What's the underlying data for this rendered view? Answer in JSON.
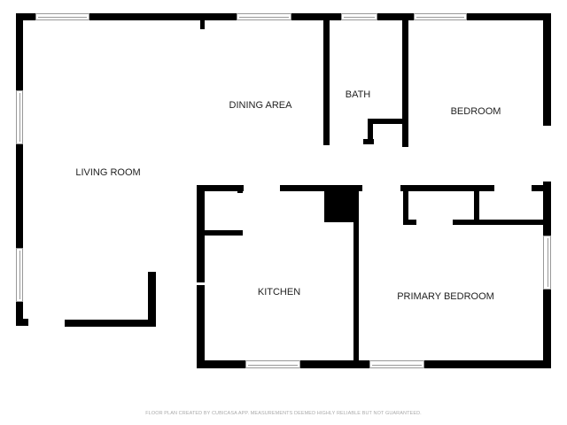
{
  "floor_plan": {
    "rooms": [
      {
        "id": "living-room",
        "label": "LIVING ROOM"
      },
      {
        "id": "dining-area",
        "label": "DINING AREA"
      },
      {
        "id": "bath",
        "label": "BATH"
      },
      {
        "id": "bedroom",
        "label": "BEDROOM"
      },
      {
        "id": "kitchen",
        "label": "KITCHEN"
      },
      {
        "id": "primary-bedroom",
        "label": "PRIMARY BEDROOM"
      }
    ],
    "wall_color": "#000000",
    "background_color": "#ffffff"
  },
  "footer": {
    "disclaimer": "FLOOR PLAN CREATED BY CUBICASA APP. MEASUREMENTS DEEMED HIGHLY RELIABLE BUT NOT GUARANTEED."
  }
}
